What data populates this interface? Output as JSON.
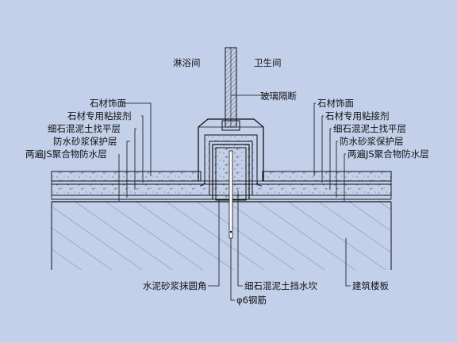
{
  "rooms": {
    "left": "淋浴间",
    "right": "卫生间"
  },
  "top_label": "玻璃隔断",
  "left_layers": [
    "石材饰面",
    "石材专用粘接剂",
    "细石混泥土找平层",
    "防水砂浆保护层",
    "两遍JS聚合物防水层"
  ],
  "right_layers": [
    "石材饰面",
    "石材专用粘接剂",
    "细石混泥土找平层",
    "防水砂浆保护层",
    "两遍JS聚合物防水层"
  ],
  "bottom_labels": {
    "fillet": "水泥砂浆抹圆角",
    "curb": "细石混泥土挡水坎",
    "rebar": "φ6钢筋",
    "slab": "建筑楼板"
  },
  "colors": {
    "background": "#c3d0ea",
    "line": "#111111"
  }
}
